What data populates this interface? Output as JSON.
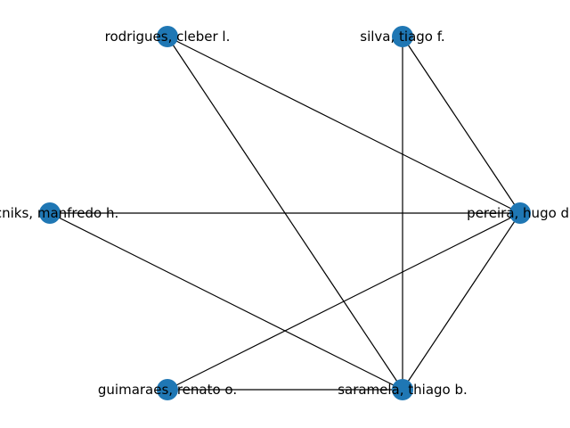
{
  "graph": {
    "node_color": "#1f77b4",
    "edge_color": "#000000",
    "nodes": [
      {
        "id": "rodrigues",
        "label": "rodrigues, cleber l."
      },
      {
        "id": "silva",
        "label": "silva, tiago f."
      },
      {
        "id": "tecniks",
        "label": "tecniks, manfredo h."
      },
      {
        "id": "pereira",
        "label": "pereira, hugo d."
      },
      {
        "id": "guimaraes",
        "label": "guimaraes, renato o."
      },
      {
        "id": "saramela",
        "label": "saramela, thiago b."
      }
    ],
    "edges": [
      [
        "rodrigues",
        "pereira"
      ],
      [
        "rodrigues",
        "saramela"
      ],
      [
        "silva",
        "pereira"
      ],
      [
        "silva",
        "saramela"
      ],
      [
        "tecniks",
        "pereira"
      ],
      [
        "tecniks",
        "saramela"
      ],
      [
        "pereira",
        "guimaraes"
      ],
      [
        "pereira",
        "saramela"
      ],
      [
        "guimaraes",
        "saramela"
      ]
    ]
  }
}
